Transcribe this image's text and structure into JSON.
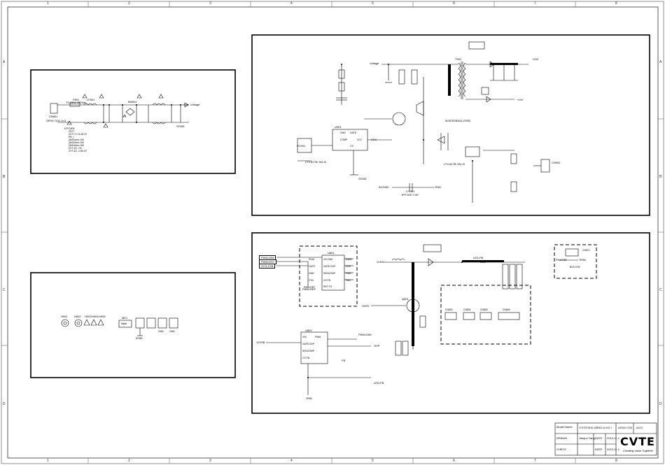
{
  "border": {
    "columns": [
      "1",
      "2",
      "3",
      "4",
      "5",
      "6",
      "7",
      "8"
    ],
    "rows": [
      "A",
      "B",
      "C",
      "D"
    ]
  },
  "panel_input": {
    "labels": {
      "con": "CN801",
      "con_part": "SP09-7101-0×3",
      "fuse": "F801",
      "fuse_rating": "T3.15AL 250Vac",
      "ntc": "NTC801",
      "lf": "LF801",
      "rect": "BD801",
      "vout": "Voltage",
      "gnd": "SGND",
      "notes": [
        "ZD??",
        "ZVT??-CG-60-5T",
        "PB_?",
        "(5kG/ohm-10K",
        "(3kG/ohm-10K",
        "(3kG/ohm-10K",
        "ZVT-4G -?/Z",
        "ZVT-4G -1.5G-5T"
      ]
    }
  },
  "panel_flyback": {
    "labels": {
      "voltage": "Voltage",
      "transformer": "T901",
      "tx_part": "5V2ER2834D-ZSN3",
      "ic": "U901",
      "ic_pins": [
        "GND",
        "GATE",
        "COMP",
        "VCC",
        "CS"
      ],
      "opto": "PC901",
      "opto_part": "LTV-817B-TA1-B",
      "opto2_part": "LTV-817B-TA1-B",
      "out_12v": "+12V",
      "out_24v": "+24V",
      "acgnd": "ACGND",
      "cap_y": "CY901",
      "cap_y_val": "1PF/400 Y1/E",
      "gnd": "GND",
      "sgnd": "SGND",
      "vcc": "VCC",
      "conn": "CN902"
    }
  },
  "panel_misc": {
    "labels": {
      "hole1": "H901",
      "hole2": "H902",
      "hole3": "H903",
      "hole4": "H904",
      "hole5": "H905",
      "mark": "ME1",
      "mark_sub": "Mylar",
      "gnd1": "SGND",
      "gnd2": "GND",
      "gnd3": "GND"
    }
  },
  "panel_led": {
    "labels": {
      "pwm_dim": "PWM-DIM",
      "pwm_rst": "PWM-RST",
      "sys_stb": "SYS-STB",
      "ic1": "U801",
      "ic1_pins_l": [
        "PGUI",
        "GATE",
        "GND",
        "FYN",
        "PWM-REF"
      ],
      "ic1_pins_c": [
        "VIN DIM",
        "GATE-OVP",
        "SENCOMP",
        "CS FB",
        "RET FO"
      ],
      "ic1_pins_r": [
        "PWM",
        "OVP",
        "FWD",
        "FAN"
      ],
      "ic2": "U802",
      "ic2_pins": [
        "VIN",
        "PWM",
        "GATE-OVP",
        "SENCOMP",
        "CS FB"
      ],
      "vled": "VLED",
      "led_plus": "LED+",
      "gate": "GATE",
      "q_main": "Q801",
      "led_fb": "LED-FB",
      "vcc12": "12VSB",
      "pwm_dim2": "PWM-DIM",
      "ovp": "OVP",
      "fb": "FB",
      "led_fb2": "LED-FB",
      "pwm_ref": "PWM-REF",
      "gnd": "GND",
      "cn_a": "CN803",
      "cn_b": "CN804",
      "cn_c": "CN805",
      "cn_d": "CN806",
      "cn_small": "CN871",
      "cn_small_pins": [
        "PWM-REF",
        "BVS-STB",
        "PPAB"
      ]
    }
  },
  "title_block": {
    "model_name": "Model Name",
    "model_value": "FX7070O0-33R01-D-K0.?",
    "model_code": "USXX-CS0",
    "page": "A3 D",
    "drawn": "DRAWN",
    "drawn_by": "Jiaojun Yang",
    "date_label": "DATE",
    "date_value": "2013-11-1",
    "check": "CHECK",
    "check_date_label": "DATE",
    "check_date_value": "2013-11-1",
    "logo": "CVTE",
    "logo_sub": "Creating Value Together"
  }
}
